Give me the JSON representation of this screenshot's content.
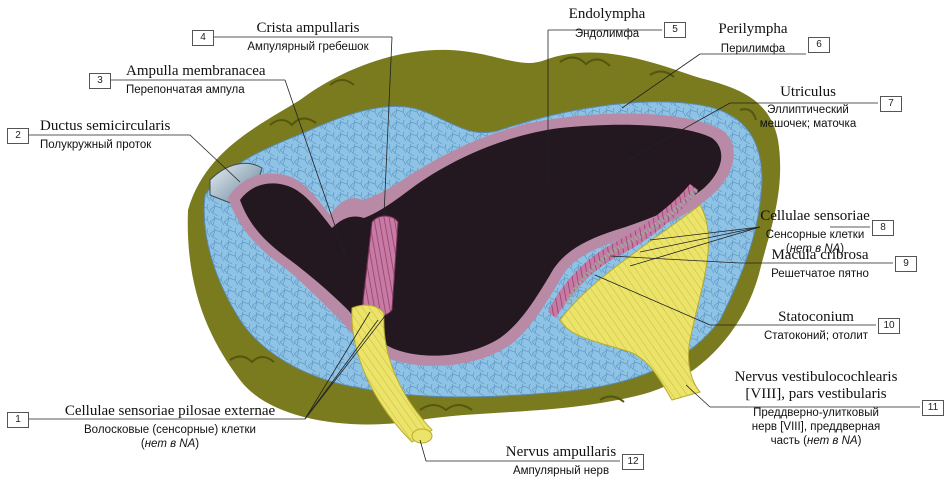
{
  "labels": [
    {
      "num": "1",
      "latin": "Cellulae sensoriae pilosae externae",
      "ru": "Волосковые (сенсорные) клетки",
      "note_pre": "(",
      "note": "нет в NA",
      "note_post": ")"
    },
    {
      "num": "2",
      "latin": "Ductus semicircularis",
      "ru": "Полукружный проток"
    },
    {
      "num": "3",
      "latin": "Ampulla membranacea",
      "ru": "Перепончатая ампула"
    },
    {
      "num": "4",
      "latin": "Crista ampullaris",
      "ru": "Ампулярный гребешок"
    },
    {
      "num": "5",
      "latin": "Endolympha",
      "ru": "Эндолимфа"
    },
    {
      "num": "6",
      "latin": "Perilympha",
      "ru": "Перилимфа"
    },
    {
      "num": "7",
      "latin": "Utriculus",
      "ru": "Эллиптический",
      "ru2": "мешочек; маточка"
    },
    {
      "num": "8",
      "latin": "Cellulae sensoriae",
      "ru": "Сенсорные клетки",
      "note_pre": "(",
      "note": "нет в NA",
      "note_post": ")"
    },
    {
      "num": "9",
      "latin": "Macula cribrosa",
      "ru": "Решетчатое пятно"
    },
    {
      "num": "10",
      "latin": "Statoconium",
      "ru": "Статоконий; отолит"
    },
    {
      "num": "11",
      "latin": "Nervus vestibulocochlearis",
      "latin2": "[VIII], pars vestibularis",
      "ru": "Преддверно-улитковый",
      "ru2": "нерв [VIII], преддверная",
      "ru3": "часть",
      "note_pre": " (",
      "note": "нет в NA",
      "note_post": ")"
    },
    {
      "num": "12",
      "latin": "Nervus ampullaris",
      "ru": "Ампулярный нерв"
    }
  ],
  "colors": {
    "connective": "#7a7a1e",
    "perilymph": "#8ec3e6",
    "endolymph": "#231820",
    "membrane": "#b98aa6",
    "nerve": "#ece46a",
    "crista": "#b65c8c"
  }
}
